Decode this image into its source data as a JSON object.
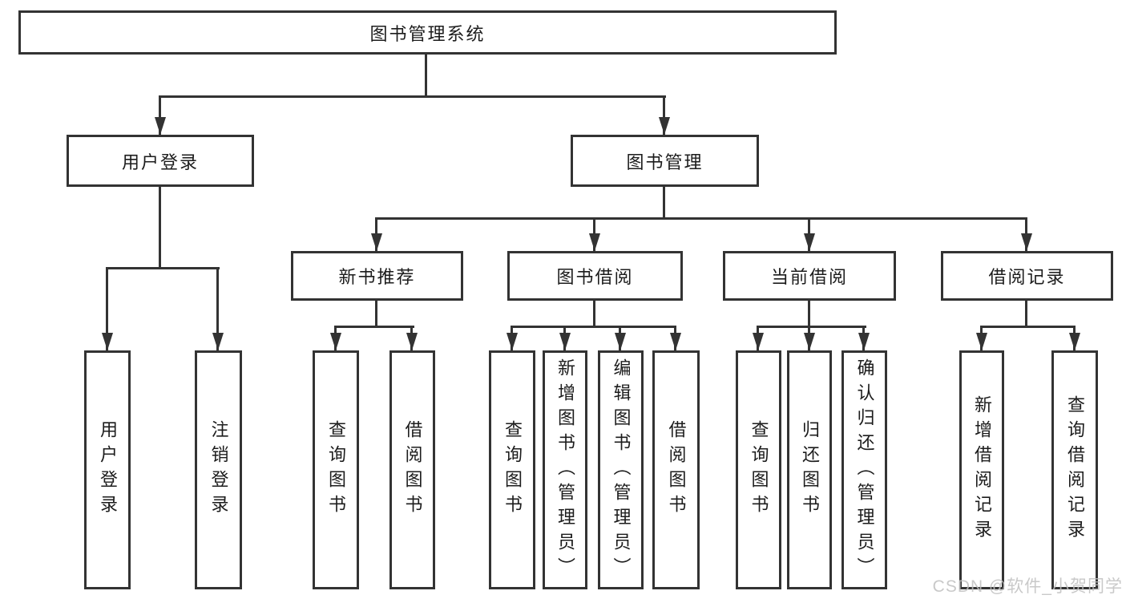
{
  "theme": {
    "line_color": "#333333",
    "text_color": "#1c1c1c",
    "background": "#ffffff",
    "watermark_color": "#c0c0c0"
  },
  "watermark": "CSDN @软件_小贺同学",
  "nodes": {
    "root": "图书管理系统",
    "user_login": {
      "label": "用户登录",
      "children": [
        "用户登录",
        "注销登录"
      ]
    },
    "book_mgmt": {
      "label": "图书管理",
      "children": [
        {
          "label": "新书推荐",
          "children": [
            "查询图书",
            "借阅图书"
          ]
        },
        {
          "label": "图书借阅",
          "children": [
            "查询图书",
            "新增图书（管理员）",
            "编辑图书（管理员）",
            "借阅图书"
          ]
        },
        {
          "label": "当前借阅",
          "children": [
            "查询图书",
            "归还图书",
            "确认归还（管理员）"
          ]
        },
        {
          "label": "借阅记录",
          "children": [
            "新增借阅记录",
            "查询借阅记录"
          ]
        }
      ]
    }
  }
}
